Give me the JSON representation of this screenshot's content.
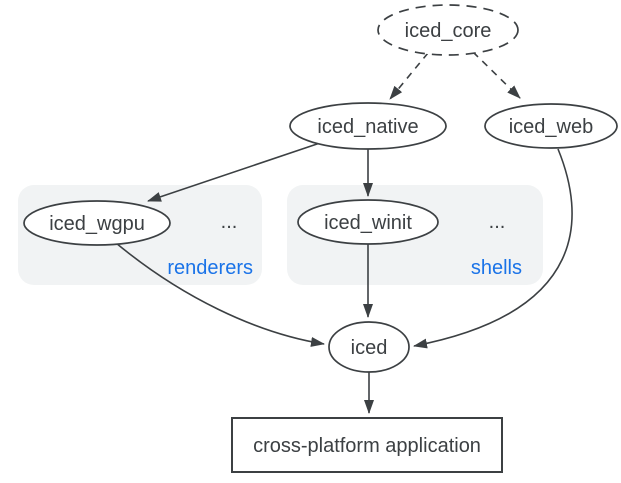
{
  "diagram": {
    "nodes": {
      "iced_core": "iced_core",
      "iced_native": "iced_native",
      "iced_web": "iced_web",
      "iced_wgpu": "iced_wgpu",
      "iced_winit": "iced_winit",
      "iced": "iced",
      "application": "cross-platform application"
    },
    "groups": {
      "renderers": {
        "label": "renderers",
        "ellipsis": "..."
      },
      "shells": {
        "label": "shells",
        "ellipsis": "..."
      }
    },
    "edges": [
      {
        "from": "iced_core",
        "to": "iced_native",
        "style": "dashed"
      },
      {
        "from": "iced_core",
        "to": "iced_web",
        "style": "dashed"
      },
      {
        "from": "iced_native",
        "to": "iced_wgpu",
        "style": "solid"
      },
      {
        "from": "iced_native",
        "to": "iced_winit",
        "style": "solid"
      },
      {
        "from": "iced_wgpu",
        "to": "iced",
        "style": "solid"
      },
      {
        "from": "iced_winit",
        "to": "iced",
        "style": "solid"
      },
      {
        "from": "iced_web",
        "to": "iced",
        "style": "solid"
      },
      {
        "from": "iced",
        "to": "application",
        "style": "solid"
      }
    ],
    "colors": {
      "stroke": "#3c4043",
      "text": "#3c4043",
      "group_fill": "#f1f3f4",
      "group_label": "#1a73e8",
      "node_fill": "#ffffff",
      "background": "#ffffff"
    }
  }
}
